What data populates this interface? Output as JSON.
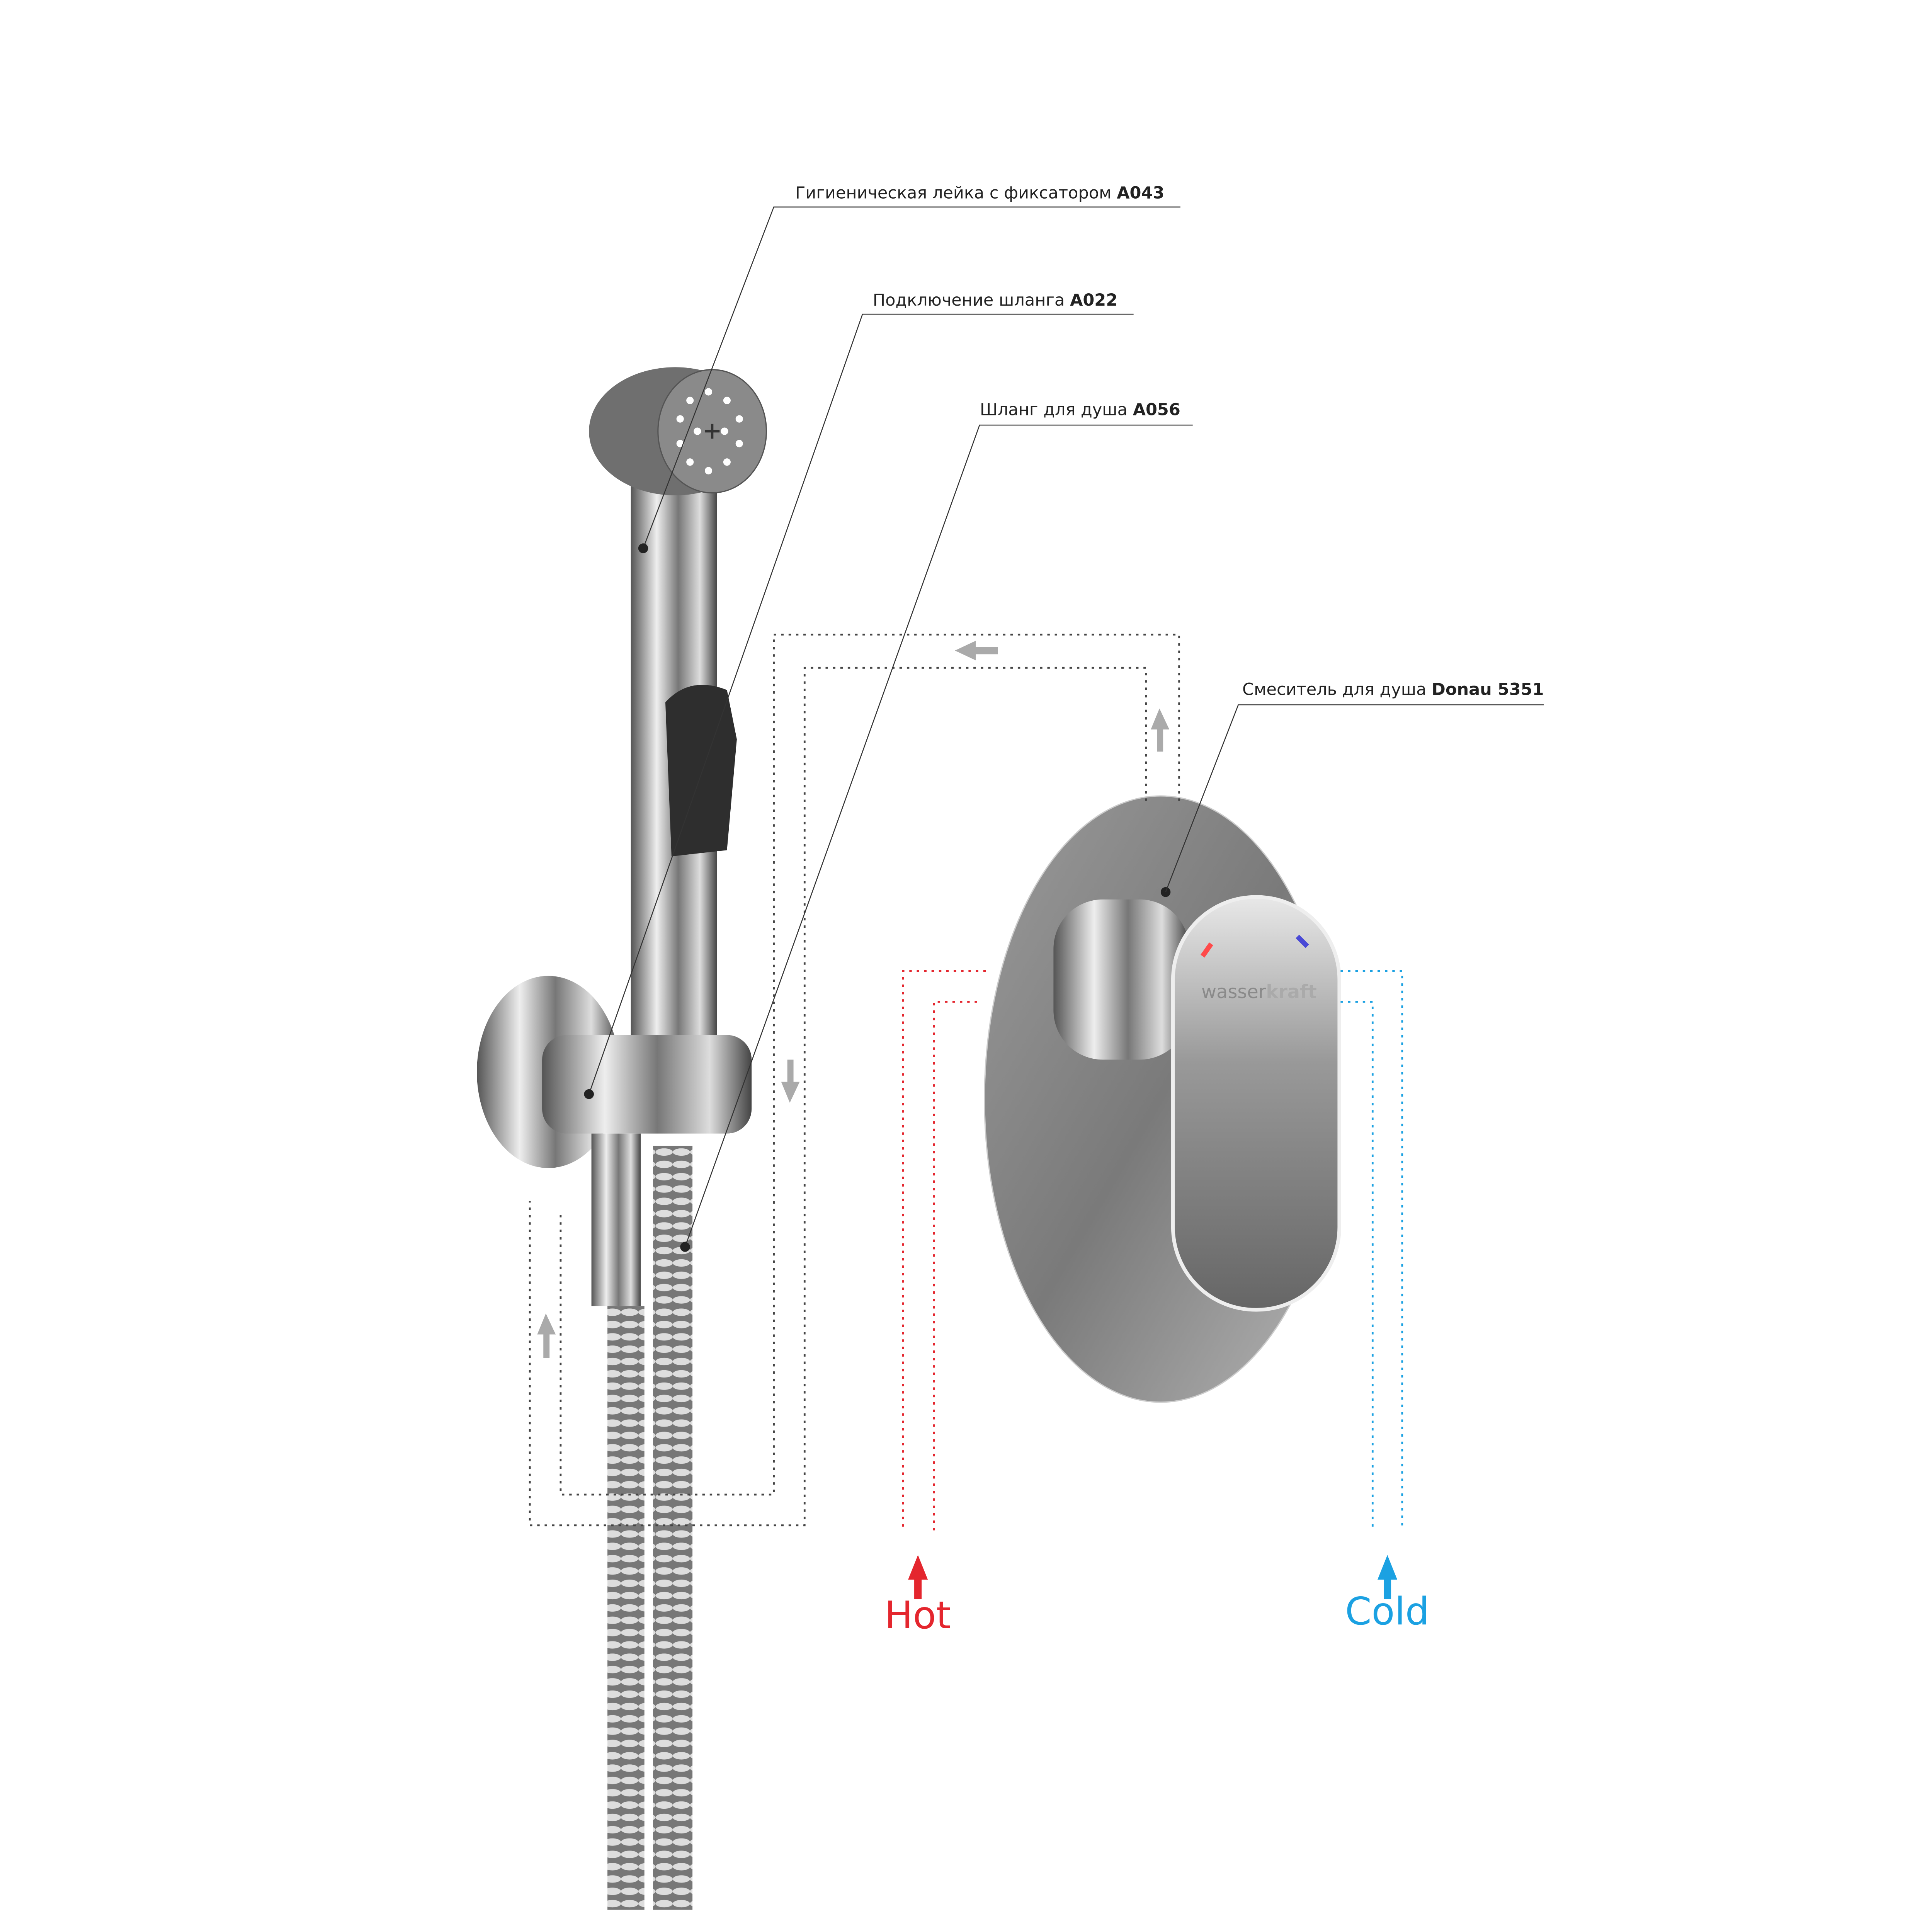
{
  "callouts": [
    {
      "text": "Гигиеническая лейка с фиксатором ",
      "code": "A043"
    },
    {
      "text": "Подключение шланга ",
      "code": "A022"
    },
    {
      "text": "Шланг для душа ",
      "code": "A056"
    },
    {
      "text": "Смеситель для душа ",
      "code": "Donau 5351"
    }
  ],
  "inlets": {
    "hot": {
      "label": "Hot",
      "color": "#e4262e"
    },
    "cold": {
      "label": "Cold",
      "color": "#1ba1e2"
    }
  },
  "brand": {
    "part1": "wasser",
    "part2": "kraft"
  },
  "colors": {
    "flow_dots": "#444444",
    "arrow_gray": "#aaaaaa",
    "chrome": "#8c8c8c"
  }
}
